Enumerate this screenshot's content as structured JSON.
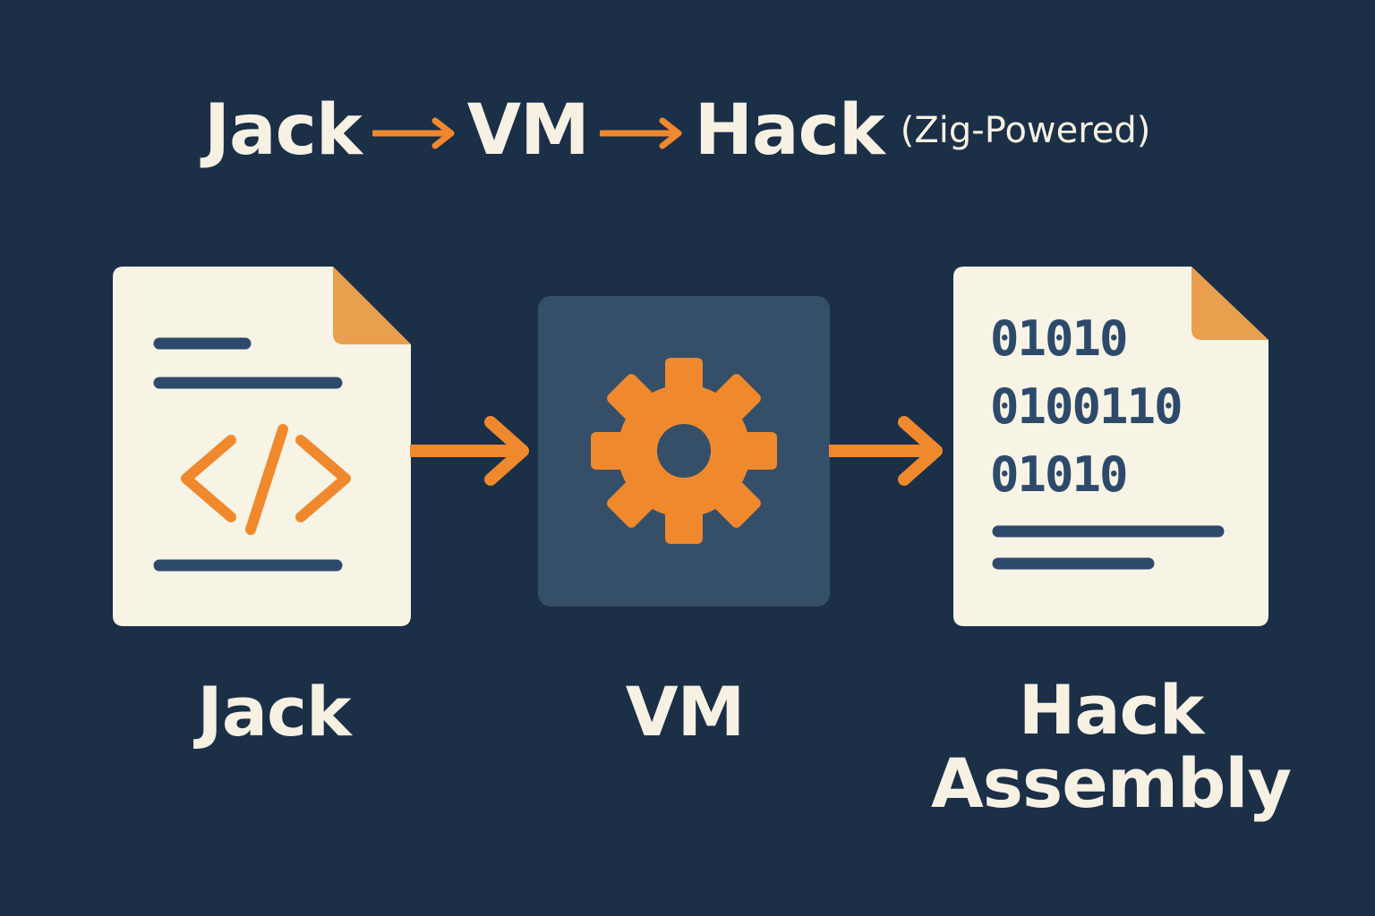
{
  "title": {
    "parts": [
      "Jack",
      "VM",
      "Hack"
    ],
    "suffix": "(Zig-Powered)"
  },
  "stages": [
    {
      "name": "Jack",
      "icon": "code-file-icon"
    },
    {
      "name": "VM",
      "icon": "gear-icon"
    },
    {
      "name_line1": "Hack",
      "name_line2": "Assembly",
      "icon": "binary-file-icon"
    }
  ],
  "binary_lines": [
    "01010",
    "0100110",
    "01010"
  ],
  "colors": {
    "background": "#1b2f47",
    "accent": "#f0892e",
    "paper": "#f7f3e5",
    "fold": "#e8a04e",
    "text": "#f7f1e3",
    "navy_line": "#2d4a6b",
    "vm_box": "#354f69"
  }
}
